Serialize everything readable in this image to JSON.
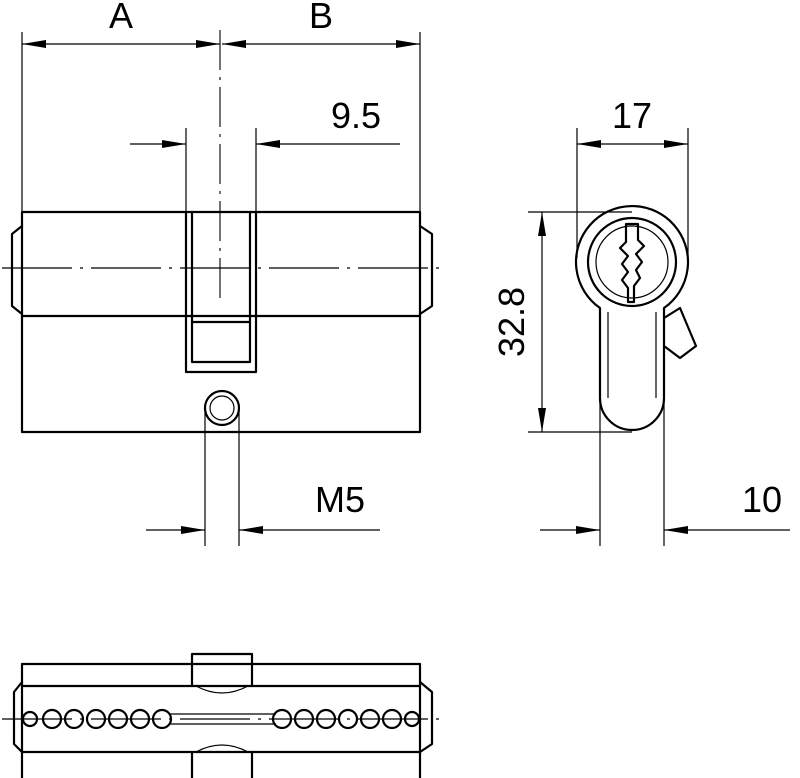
{
  "dimensions": {
    "a": "A",
    "b": "B",
    "keyway_width": "9.5",
    "thread": "M5",
    "profile_width": "17",
    "profile_height": "32.8",
    "cam_width": "10"
  },
  "colors": {
    "line": "#000000",
    "background": "#ffffff"
  }
}
